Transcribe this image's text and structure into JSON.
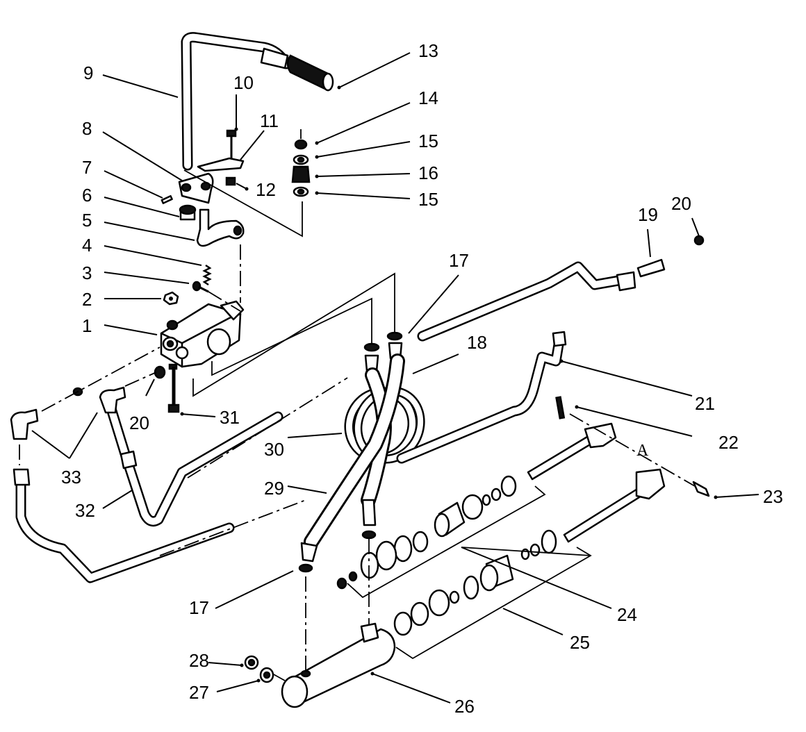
{
  "diagram": {
    "callouts": {
      "c1": "1",
      "c2": "2",
      "c3": "3",
      "c4": "4",
      "c5": "5",
      "c6": "6",
      "c7": "7",
      "c8": "8",
      "c9": "9",
      "c10": "10",
      "c11": "11",
      "c12": "12",
      "c13": "13",
      "c14": "14",
      "c15a": "15",
      "c15b": "15",
      "c16": "16",
      "c17a": "17",
      "c17b": "17",
      "c18": "18",
      "c19": "19",
      "c20a": "20",
      "c20b": "20",
      "c21": "21",
      "c22": "22",
      "c23": "23",
      "c24": "24",
      "c25": "25",
      "c26": "26",
      "c27": "27",
      "c28": "28",
      "c29": "29",
      "c30": "30",
      "c31": "31",
      "c32": "32",
      "c33": "33"
    },
    "detail_marker": "A"
  }
}
